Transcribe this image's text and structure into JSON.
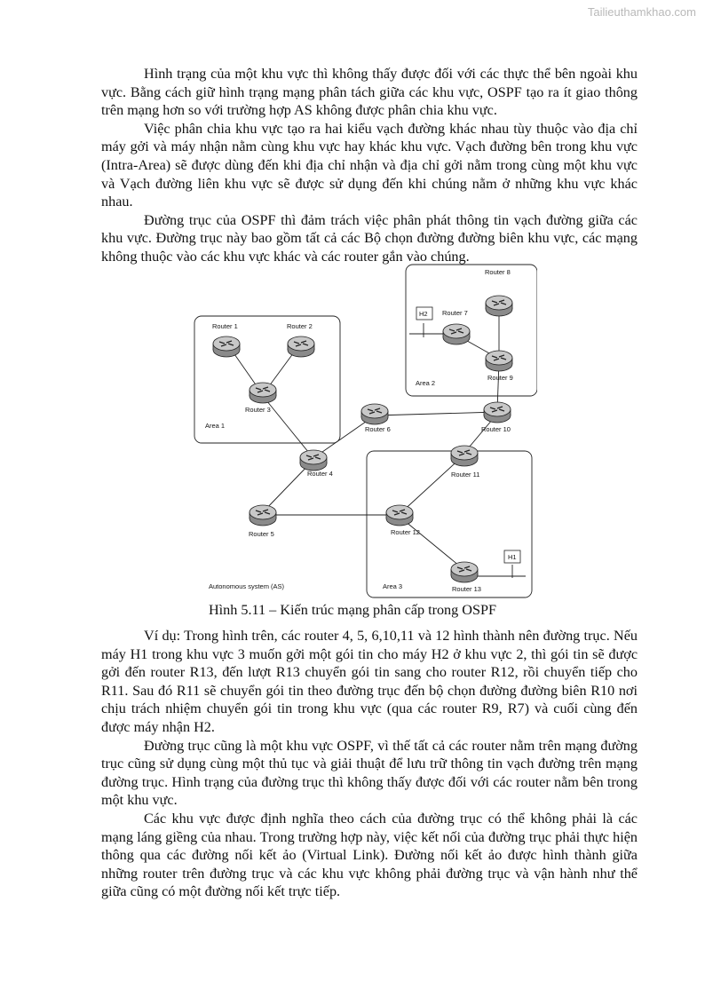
{
  "watermark": "Tailieuthamkhao.com",
  "paragraphs_top": [
    "Hình trạng của một khu vực thì không thấy được đối với các thực thể bên ngoài khu vực. Bằng cách giữ hình trạng mạng phân tách giữa các khu vực, OSPF tạo ra ít giao thông trên mạng hơn so với trường hợp AS không được phân chia khu vực.",
    "Việc phân chia khu vực tạo ra hai kiểu vạch đường khác nhau tùy thuộc vào địa chỉ máy gởi và máy nhận nằm cùng khu vực hay khác khu vực. Vạch đường bên trong khu vực (Intra-Area) sẽ được dùng đến khi địa chỉ nhận và địa chỉ gởi nằm trong cùng một khu vực và Vạch đường liên khu vực sẽ được sử dụng đến khi chúng nằm ở những khu vực khác nhau.",
    "Đường trục của OSPF thì đảm trách việc phân phát thông tin vạch đường giữa các khu vực. Đường trục này bao gồm tất cả các Bộ chọn đường đường biên khu vực, các mạng không thuộc vào các khu vực khác và các router gắn vào chúng."
  ],
  "diagram": {
    "routers": [
      "Router 1",
      "Router 2",
      "Router 3",
      "Router 4",
      "Router 5",
      "Router 6",
      "Router 7",
      "Router 8",
      "Router 9",
      "Router 10",
      "Router 11",
      "Router 12",
      "Router 13"
    ],
    "hosts": [
      "H1",
      "H2"
    ],
    "areas": [
      "Area 1",
      "Area 2",
      "Area 3"
    ],
    "as_label": "Autonomous system (AS)"
  },
  "caption": "Hình 5.11 – Kiến trúc mạng phân cấp trong OSPF",
  "paragraphs_bottom": [
    "Ví dụ: Trong hình trên, các router 4, 5, 6,10,11 và 12 hình thành nên đường trục. Nếu máy H1 trong khu vực 3 muốn gởi một gói tin cho máy H2 ở khu vực 2, thì gói tin sẽ được gởi đến router R13, đến lượt R13 chuyển gói tin sang cho router R12, rồi chuyển tiếp cho R11. Sau đó R11 sẽ chuyển gói tin theo đường trục đến bộ chọn đường đường biên R10 nơi chịu trách nhiệm chuyển gói tin trong khu vực (qua các router R9, R7) và cuối cùng đến được máy nhận H2.",
    "Đường trục cũng là một khu vực OSPF, vì thế tất cả các router nằm trên mạng đường trục cũng sử dụng cùng một thủ tục và giải thuật để lưu trữ thông tin vạch đường trên mạng đường trục. Hình trạng của đường trục thì không thấy được đối với các router nằm bên trong một khu vực.",
    "Các khu vực được định nghĩa theo cách của đường trục có thể không phải là các mạng láng giềng của nhau. Trong trường hợp này, việc kết nối của đường trục phải thực hiện thông qua các đường nối kết ảo (Virtual Link). Đường nối kết ảo được hình thành giữa những router trên đường trục và các khu vực không phải đường trục và vận hành như thể giữa cũng có một đường nối kết trực tiếp."
  ]
}
